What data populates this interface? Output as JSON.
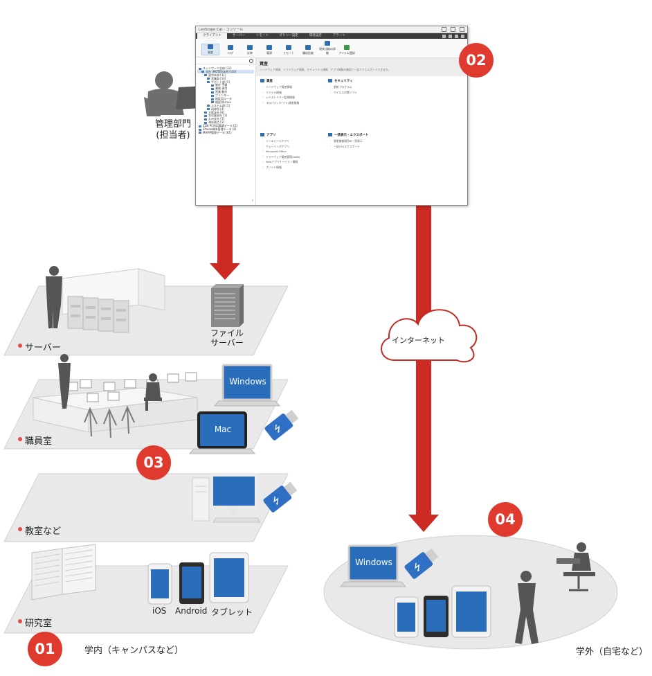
{
  "admin": {
    "line1": "管理部門",
    "line2": "(担当者)"
  },
  "app": {
    "window_title": "LanScope Cat - コンソール",
    "menu_tabs": [
      "クライアント",
      "サーバー",
      "リモート",
      "ポリシー設定",
      "環境設定",
      "アラート"
    ],
    "ribbon": [
      "資産",
      "ログ",
      "反映",
      "電源",
      "リモート",
      "構成比較",
      "現状比較の詳細",
      "アイテム登録"
    ],
    "tree": [
      "ネットワーク全体 [32]",
      "全社 (MOTEX本社) [30]",
      "東京本部 [11]",
      "営業部 [10]",
      "サポート部 [5]",
      "制作 手順",
      "業務 専用",
      "営業 動作",
      "プリンター",
      "検証用ルータ",
      "検証用Linux",
      "システム部 [1]",
      "研修用 [4]",
      "大阪支社 [9]",
      "名古屋支社 [1]",
      "九州支社 [1]",
      "海外拠点 [3]",
      "ZDK PC利用実績データ [2]",
      "iPhone端末管理データ [6]",
      "MAMP管理データ [61]"
    ],
    "main_title": "資産",
    "main_subtitle": "ハードウェア情報、ソフトウェア情報、セキュリティ情報、アプリ情報の確認と一括でエクスポートできます。",
    "sections": [
      {
        "title": "資産",
        "items": [
          "ハードウェア資産情報",
          "ファイル情報",
          "レジストリキー監視情報",
          "プロパティ(ソフト)資産情報"
        ]
      },
      {
        "title": "セキュリティ",
        "items": [
          "更新プログラム",
          "ウイルス対策ソフト"
        ]
      },
      {
        "title": "アプリ",
        "items": [
          "インストールアプリ",
          "ウェーリングアプリ",
          "Microsoft Office",
          "ソフトウェア資産管理(SAM)",
          "Webアプリケーション情報",
          "プリント情報"
        ]
      },
      {
        "title": "一括表示・エクスポート",
        "items": [
          "資産情報項目の一覧表示",
          "一括CSVエクスポート"
        ]
      }
    ]
  },
  "badges": {
    "b01": "01",
    "b02": "02",
    "b03": "03",
    "b04": "04"
  },
  "file_server": {
    "line1": "ファイル",
    "line2": "サーバー"
  },
  "cloud_label": "インターネット",
  "floors": {
    "server": "サーバー",
    "staff": "職員室",
    "classroom": "教室など",
    "lab": "研究室"
  },
  "devices": {
    "windows": "Windows",
    "mac": "Mac",
    "ios": "iOS",
    "android": "Android",
    "tablet": "タブレット"
  },
  "captions": {
    "campus": "学内（キャンパスなど）",
    "outside": "学外（自宅など）"
  },
  "colors": {
    "accent_red": "#e03a2e",
    "arrow_red": "#cc2a22",
    "windows_blue": "#2a6ebb",
    "usb_blue": "#2f6fc4",
    "platform_gray": "#e9e9e9"
  }
}
